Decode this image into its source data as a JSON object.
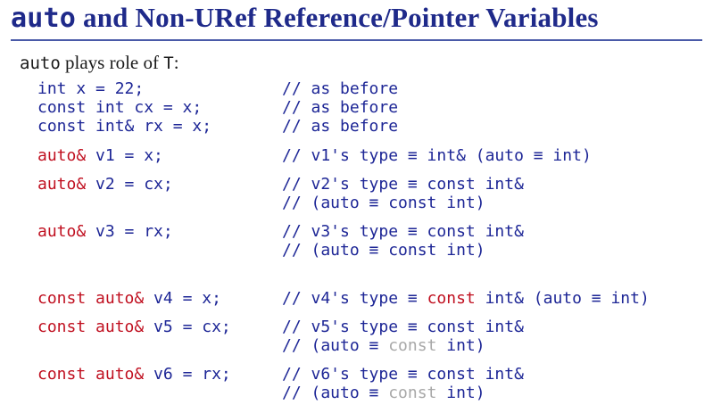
{
  "slide": {
    "title_code": "auto",
    "title_text": " and Non-URef Reference/Pointer Variables",
    "subtitle_code": "auto",
    "subtitle_text": " plays role of ",
    "subtitle_T": "T",
    "subtitle_colon": ":"
  },
  "lines": [
    {
      "code": "int x = 22;",
      "comment": "// as before"
    },
    {
      "code": "const int cx = x;",
      "comment": "// as before"
    },
    {
      "code": "const int& rx = x;",
      "comment": "// as before"
    },
    {
      "code_kw": "auto&",
      "code_rest": " v1 = x;",
      "comment": "// v1's type ≡ int& (auto ≡ int)"
    },
    {
      "code_kw": "auto&",
      "code_rest": " v2 = cx;",
      "comment": "// v2's type ≡ const int&",
      "comment2": "// (auto ≡ const int)"
    },
    {
      "code_kw": "auto&",
      "code_rest": " v3 = rx;",
      "comment": "// v3's type ≡ const int&",
      "comment2": "// (auto ≡ const int)"
    },
    {
      "code_kw": "const auto&",
      "code_rest": " v4 = x;",
      "comment_a": "// v4's type ≡ ",
      "comment_red": "const",
      "comment_b": " int& (auto ≡ int)"
    },
    {
      "code_kw": "const auto&",
      "code_rest": " v5 = cx;",
      "comment": "// v5's type ≡ const int&",
      "comment2_a": "// (auto ≡ ",
      "comment2_gray": "const",
      "comment2_b": " int)"
    },
    {
      "code_kw": "const auto&",
      "code_rest": " v6 = rx;",
      "comment": "// v6's type ≡ const int&",
      "comment2_a": "// (auto ≡ ",
      "comment2_gray": "const",
      "comment2_b": " int)"
    }
  ],
  "colors": {
    "title": "#1f2a8a",
    "code": "#1d2696",
    "keyword": "#c01020",
    "dim": "#a8a8a8"
  }
}
